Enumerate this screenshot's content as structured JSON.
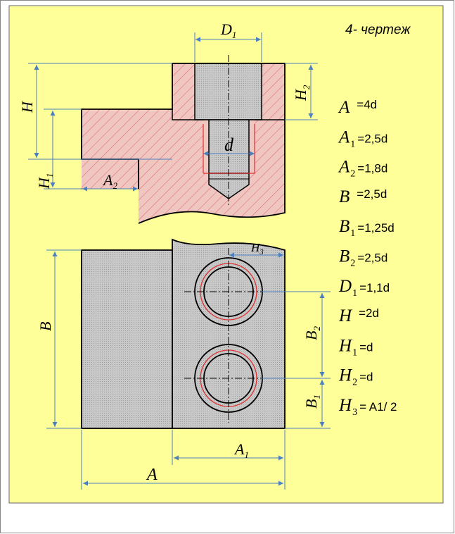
{
  "drawing": {
    "title": "4- чертеж"
  },
  "dimensions": {
    "D1": {
      "letter": "D",
      "sub": "1"
    },
    "d": {
      "letter": "d",
      "sub": ""
    },
    "H": {
      "letter": "H",
      "sub": ""
    },
    "H1": {
      "letter": "H",
      "sub": "1"
    },
    "H2": {
      "letter": "H",
      "sub": "2"
    },
    "H3": {
      "letter": "H",
      "sub": "3"
    },
    "A": {
      "letter": "A",
      "sub": ""
    },
    "A1": {
      "letter": "A",
      "sub": "1"
    },
    "A2": {
      "letter": "A",
      "sub": "2"
    },
    "B": {
      "letter": "B",
      "sub": ""
    },
    "B1": {
      "letter": "B",
      "sub": "1"
    },
    "B2": {
      "letter": "B",
      "sub": "2"
    }
  },
  "formulas": [
    {
      "name": "A",
      "sub": "",
      "expr": "=4d"
    },
    {
      "name": "A",
      "sub": "1",
      "expr": "=2,5d"
    },
    {
      "name": "A",
      "sub": "2",
      "expr": "=1,8d"
    },
    {
      "name": "B",
      "sub": "",
      "expr": "=2,5d"
    },
    {
      "name": "B",
      "sub": "1",
      "expr": "=1,25d"
    },
    {
      "name": "B",
      "sub": "2",
      "expr": "=2,5d"
    },
    {
      "name": "D",
      "sub": "1",
      "expr": "=1,1d"
    },
    {
      "name": "H",
      "sub": "",
      "expr": "=2d"
    },
    {
      "name": "H",
      "sub": "1",
      "expr": "=d"
    },
    {
      "name": "H",
      "sub": "2",
      "expr": "=d"
    },
    {
      "name": "H",
      "sub": "3",
      "expr": "= A1/  2"
    }
  ],
  "colors": {
    "paper": "#FFFF99",
    "metal": "#C8C8C8",
    "section": "#EFC7C0",
    "hatch": "#E0405A",
    "dimension": "#4A7FC0",
    "thread": "#E03030",
    "outline": "#000000"
  }
}
